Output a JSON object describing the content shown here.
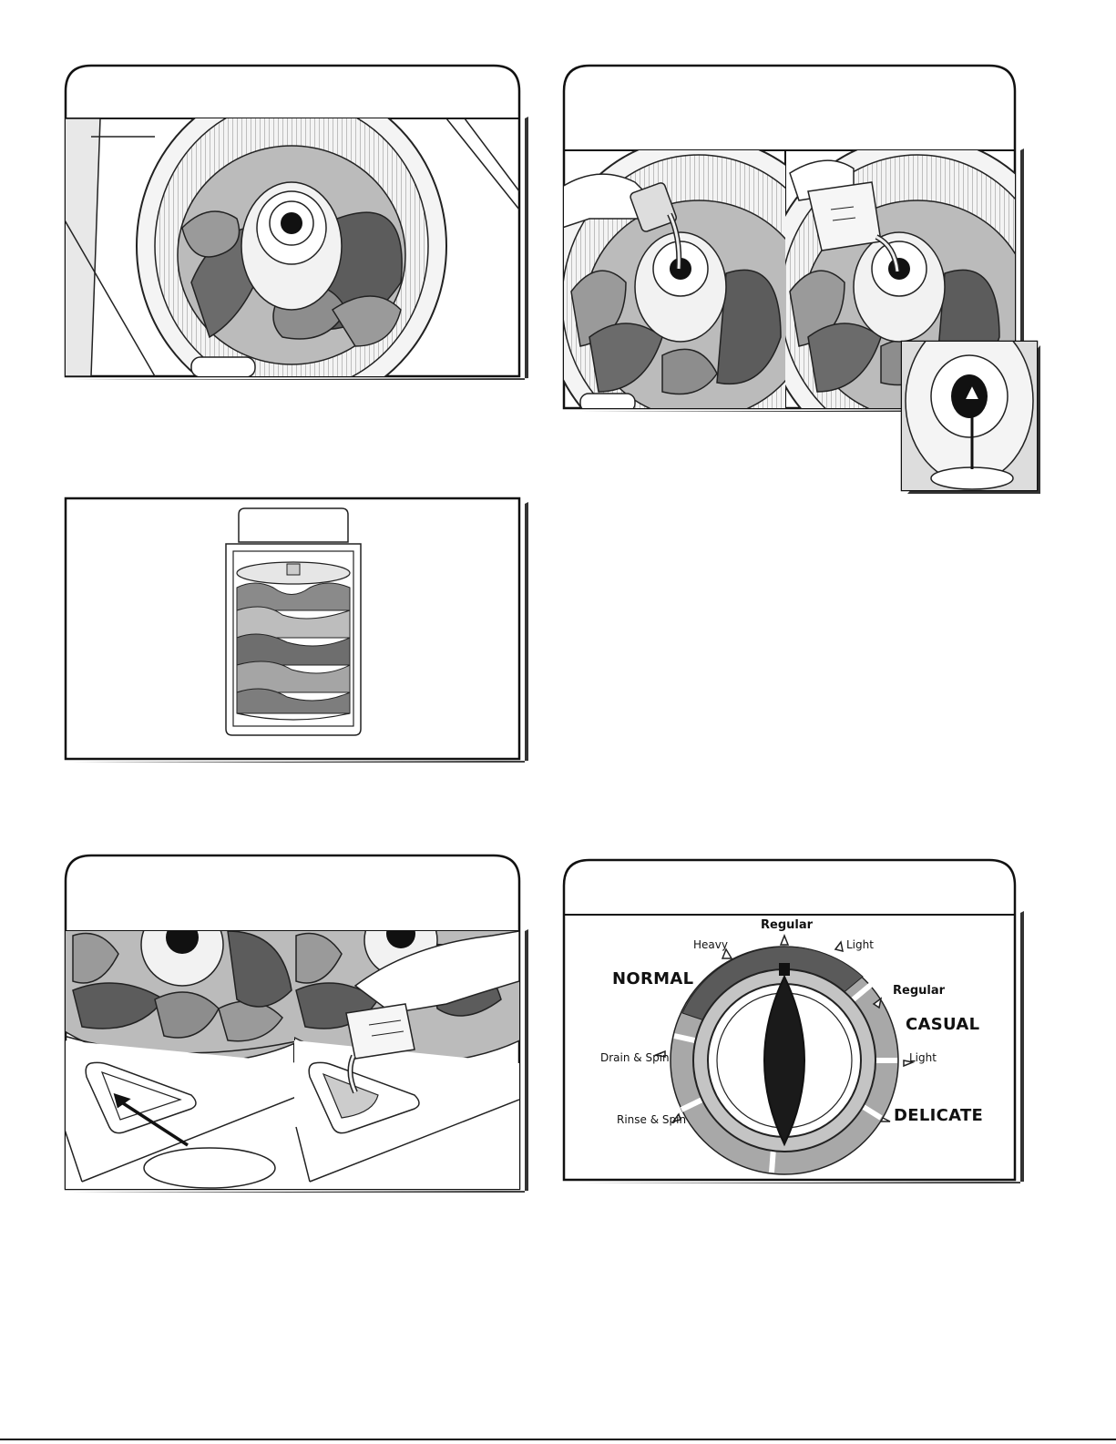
{
  "dial": {
    "normal": "NORMAL",
    "normal_heavy": "Heavy",
    "normal_regular": "Regular",
    "normal_light": "Light",
    "casual": "CASUAL",
    "casual_regular": "Regular",
    "casual_light": "Light",
    "delicate": "DELICATE",
    "drain_spin": "Drain & Spin",
    "rinse_spin": "Rinse & Spin"
  },
  "colors": {
    "panel_border": "#111111",
    "normal_arc": "#5a5a5a",
    "casual_arc": "#a8a8a8",
    "knob": "#1a1a1a"
  }
}
